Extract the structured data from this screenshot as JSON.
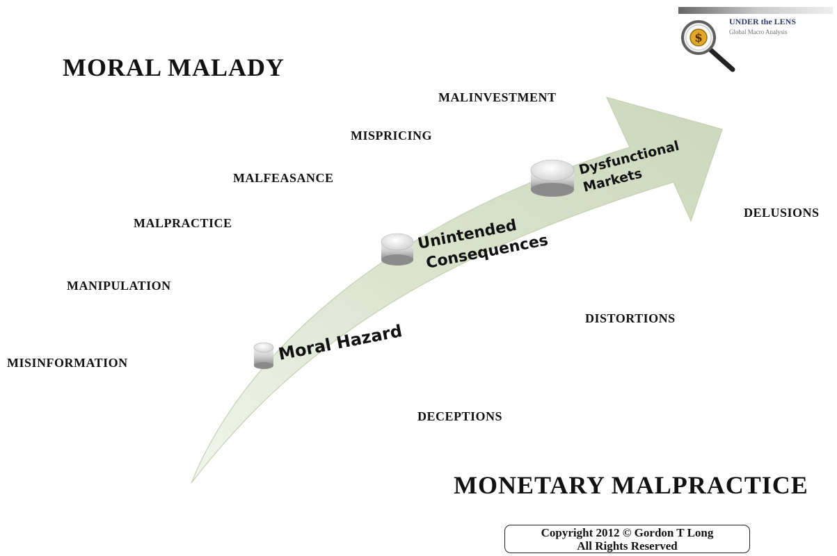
{
  "headings": {
    "top_left": "MORAL MALADY",
    "bottom_right": "MONETARY MALPRACTICE"
  },
  "left_terms": [
    "MALINVESTMENT",
    "MISPRICING",
    "MALFEASANCE",
    "MALPRACTICE",
    "MANIPULATION",
    "MISINFORMATION"
  ],
  "right_terms": [
    "DELUSIONS",
    "DISTORTIONS",
    "DECEPTIONS"
  ],
  "stages": {
    "moral_hazard": "Moral Hazard",
    "unintended_line1": "Unintended",
    "unintended_line2": "Consequences",
    "dysfunctional_line1": "Dysfunctional",
    "dysfunctional_line2": "Markets"
  },
  "logo": {
    "title": "UNDER the LENS",
    "subtitle": "Global Macro Analysis",
    "icon": "magnifying-glass-dollar-icon",
    "symbol": "$"
  },
  "copyright": {
    "line1": "Copyright 2012 © Gordon T Long",
    "line2": "All Rights Reserved"
  },
  "colors": {
    "arrow_fill": "#d6dfc7",
    "arrow_edge": "#b9c6a6",
    "text": "#111111",
    "logo_title": "#2c3d6e"
  }
}
